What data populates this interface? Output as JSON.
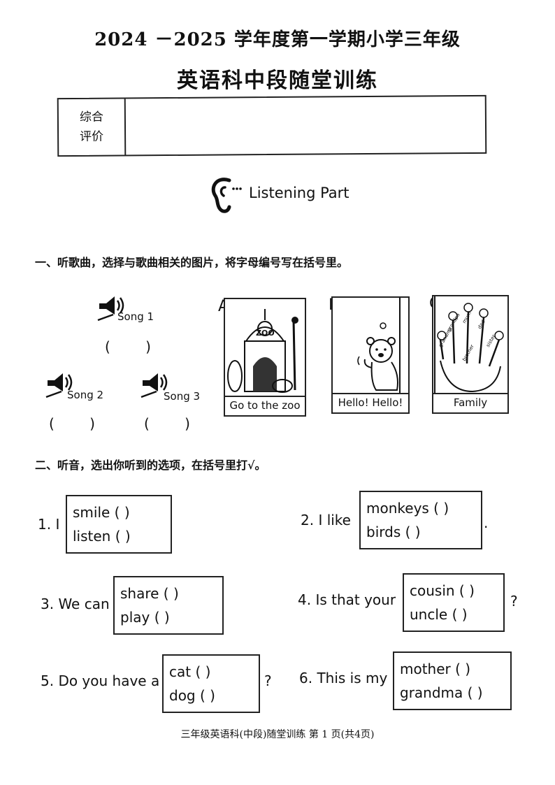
{
  "header": {
    "line1": "2024 －2025 学年度第一学期小学三年级",
    "line2": "英语科中段随堂训练",
    "eval_label_1": "综合",
    "eval_label_2": "评价"
  },
  "listening_title": "Listening Part",
  "section1": {
    "title": "一、听歌曲，选择与歌曲相关的图片，将字母编号写在括号里。",
    "songs": [
      {
        "label": "Song 1",
        "answer": "(          )"
      },
      {
        "label": "Song 2",
        "answer": "(        )"
      },
      {
        "label": "Song 3",
        "answer": "(        )"
      }
    ],
    "pictures": [
      {
        "letter": "A",
        "caption": "Go to the zoo",
        "sign": "ZOO"
      },
      {
        "letter": "B",
        "caption": "Hello! Hello!"
      },
      {
        "letter": "C",
        "caption": "Family",
        "finger_words": [
          "grandma",
          "grandpa",
          "mum",
          "dad",
          "sister",
          "brother"
        ]
      }
    ]
  },
  "section2": {
    "title": "二、听音，选出你听到的选项，在括号里打√。",
    "questions": [
      {
        "prefix": "1. I",
        "options": [
          "smile (      )",
          "listen (      )"
        ],
        "suffix": ""
      },
      {
        "prefix": "2. I like",
        "options": [
          "monkeys (      )",
          "birds (      )"
        ],
        "suffix": "."
      },
      {
        "prefix": "3. We can",
        "options": [
          "share (      )",
          "play (      )"
        ],
        "suffix": ""
      },
      {
        "prefix": "4. Is that your",
        "options": [
          "cousin (      )",
          "uncle (      )"
        ],
        "suffix": "?"
      },
      {
        "prefix": "5. Do you have a",
        "options": [
          "cat (      )",
          "dog (      )"
        ],
        "suffix": "?"
      },
      {
        "prefix": "6. This is my",
        "options": [
          "mother (      )",
          "grandma (      )"
        ],
        "suffix": ""
      }
    ]
  },
  "footer": "三年级英语科(中段)随堂训练 第  1  页(共4页)"
}
